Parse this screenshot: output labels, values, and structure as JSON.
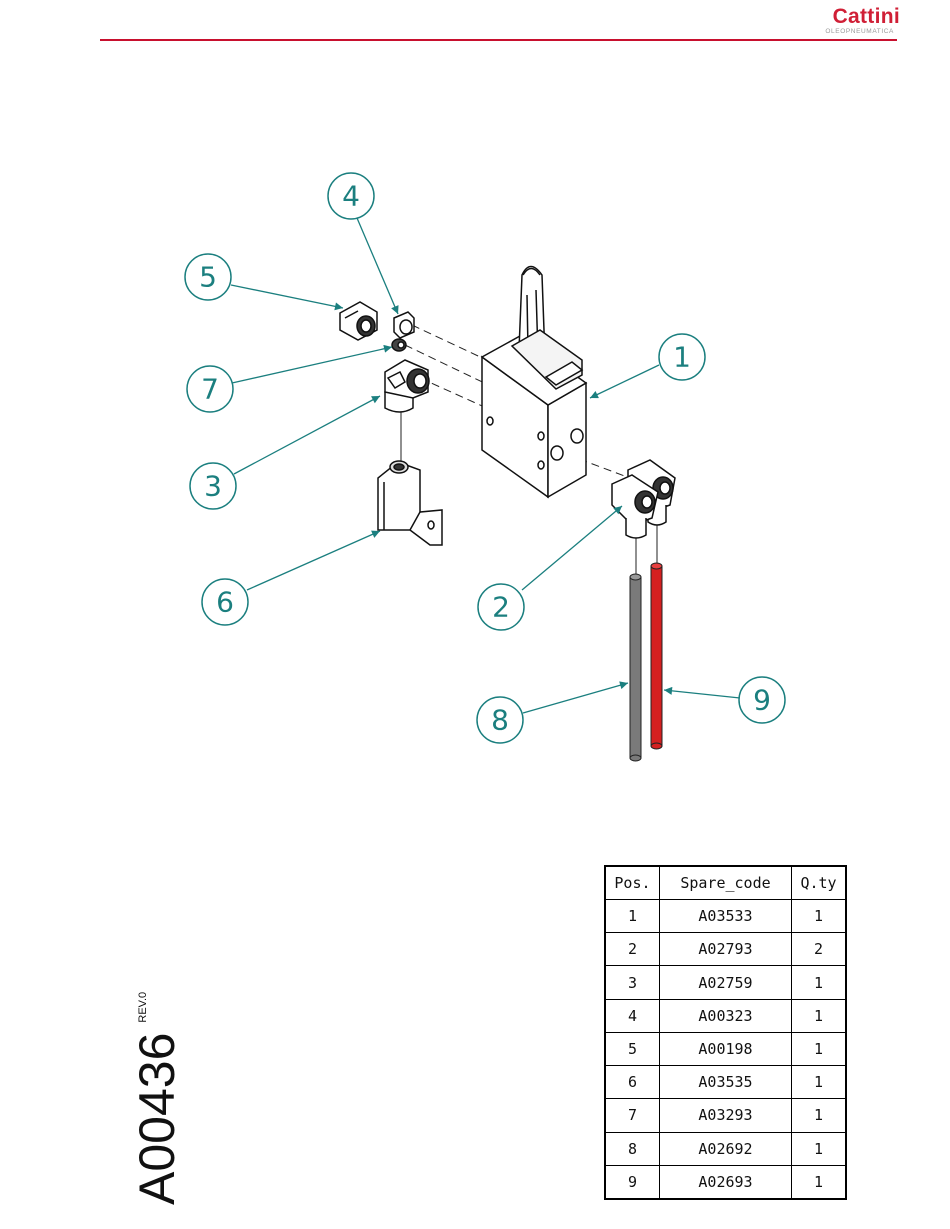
{
  "brand": {
    "name": "Cattini",
    "subtitle": "OLEOPNEUMATICA"
  },
  "document": {
    "code": "A00436",
    "revision": "REV.0"
  },
  "callouts": [
    "1",
    "2",
    "3",
    "4",
    "5",
    "6",
    "7",
    "8",
    "9"
  ],
  "colors": {
    "brand": "#d01f36",
    "callout": "#1b7f7f",
    "tube_red": "#d42020",
    "tube_grey": "#7a7a7a"
  },
  "parts_table": {
    "headers": [
      "Pos.",
      "Spare_code",
      "Q.ty"
    ],
    "rows": [
      {
        "pos": "1",
        "code": "A03533",
        "qty": "1"
      },
      {
        "pos": "2",
        "code": "A02793",
        "qty": "2"
      },
      {
        "pos": "3",
        "code": "A02759",
        "qty": "1"
      },
      {
        "pos": "4",
        "code": "A00323",
        "qty": "1"
      },
      {
        "pos": "5",
        "code": "A00198",
        "qty": "1"
      },
      {
        "pos": "6",
        "code": "A03535",
        "qty": "1"
      },
      {
        "pos": "7",
        "code": "A03293",
        "qty": "1"
      },
      {
        "pos": "8",
        "code": "A02692",
        "qty": "1"
      },
      {
        "pos": "9",
        "code": "A02693",
        "qty": "1"
      }
    ]
  }
}
